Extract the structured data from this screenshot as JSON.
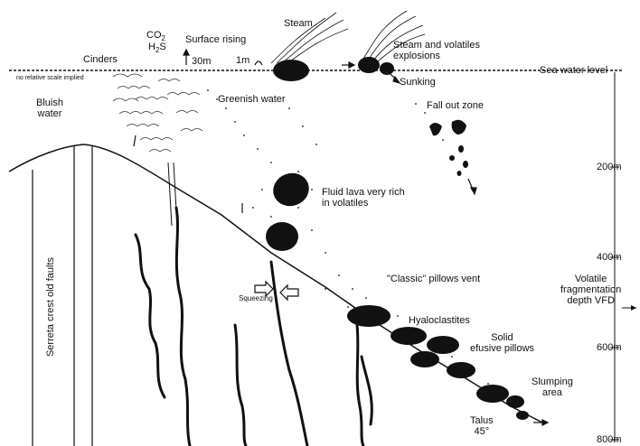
{
  "labels": {
    "steam": "Steam",
    "co2": "CO",
    "co2_sub": "2",
    "h2s": "H",
    "h2s_sub": "2",
    "h2s_tail": "S",
    "surface_rising": "Surface rising",
    "cinders": "Cinders",
    "height_30m": "30m",
    "height_1m": "1m",
    "steam_volatiles_1": "Steam and volatiles",
    "steam_volatiles_2": "explosions",
    "sea_water_level": "Sea water level",
    "no_scale": "no relative scale implied",
    "sunking": "Sunking",
    "bluish_1": "Bluish",
    "bluish_2": "water",
    "greenish_water": "Greenish water",
    "fall_out_zone": "Fall out zone",
    "fluid_lava_1": "Fluid lava very rich",
    "fluid_lava_2": "in volatiles",
    "classic_pillows": "\"Classic\" pillows vent",
    "volatile_1": "Volatile",
    "volatile_2": "fragmentation",
    "volatile_3": "depth VFD",
    "squeezing": "Squeezing",
    "hyaloclastites": "Hyaloclastites",
    "solid_1": "Solid",
    "solid_2": "efusive pillows",
    "slumping_1": "Slumping",
    "slumping_2": "area",
    "talus_1": "Talus",
    "talus_2": "45°",
    "serreta": "Serreta crest old faults"
  },
  "depth_scale": [
    "200m",
    "400m",
    "600m",
    "800m"
  ],
  "colors": {
    "ink": "#111111",
    "background": "#ffffff"
  }
}
